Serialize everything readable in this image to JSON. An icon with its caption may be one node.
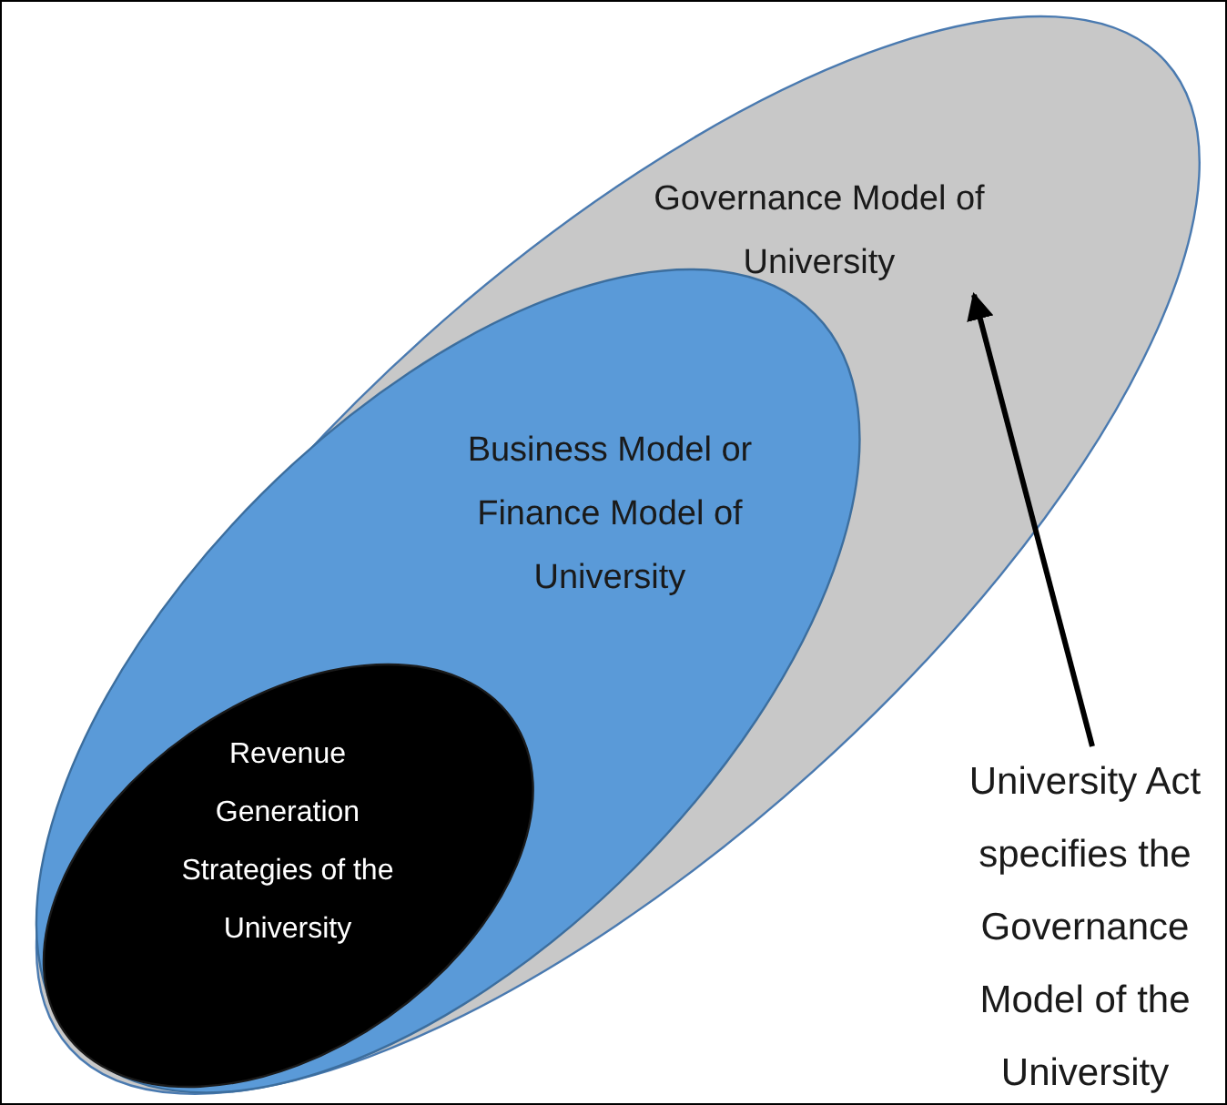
{
  "diagram": {
    "nodes": [
      {
        "text": [],
        "shape": "ellipse"
      },
      {
        "text": [
          "Governance Model of University"
        ],
        "in": 0
      },
      {
        "text": [
          "Business Model or Finance Model of University"
        ],
        "in": 0
      },
      {
        "text": [
          "Revenue Generation Strategies of the University"
        ],
        "in": 2
      },
      {
        "text": [
          "University Act specifies the Governance Model of the University"
        ]
      }
    ],
    "edges": [
      {
        "from": 4,
        "to": 1,
        "arrow": "to"
      }
    ]
  }
}
